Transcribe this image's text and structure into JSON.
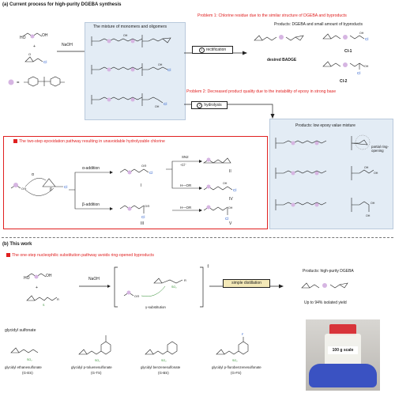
{
  "sections": {
    "a_title": "(a) Current process for high-purity DGEBA synthesis",
    "b_title": "(b) This work"
  },
  "part_a": {
    "mixture_title": "The mixture of monomers and oligomers",
    "reagent_naoh": "NaOH",
    "equals": "=",
    "problem1": "Problem 1: Chlorine residue due to the similar structure of DGEBA and byproducts",
    "rectification": "rectification",
    "step1_num": "1",
    "products1": "Products: DGEBA and small amount of byproducts",
    "desired": "desired BADGE",
    "cl1": "Cl-1",
    "cl2": "Cl-2",
    "problem2": "Problem 2: Decreased product quality due to the instability of epoxy in strong base",
    "hydrolysis": "hydrolysis",
    "step2_num": "2",
    "products2": "Products: low epoxy value mixture",
    "partial_ring": "partial ring-opening",
    "two_step_title": "The two-step epoxidation pathway resulting in unavoidable hydrolyzable chlorine",
    "alpha_add": "α-addition",
    "beta_add": "β-addition",
    "alpha": "α",
    "beta": "β",
    "sn2": "SN2",
    "minus_cl": "-Cl⁻",
    "h_or": "H—OR",
    "h_or2": "H—OR",
    "roman": [
      "I",
      "II",
      "IV",
      "III",
      "V"
    ]
  },
  "part_b": {
    "one_step_title": "The one-step nucleophilic substitution pathway avoids ring-opened byproducts",
    "reagent_naoh": "NaOH",
    "ts_mark": "‡",
    "gamma": "γ-substitution",
    "distillation": "simple distillation",
    "products": "Products: high-purity DGEBA",
    "yield": "Up to 94% isolated yield",
    "sulfonate_label": "glycidyl sulfonate",
    "scale": "100 g scale",
    "reagents": [
      {
        "name": "glycidyl ethanesulfonate",
        "code": "(G-ES)"
      },
      {
        "name": "glycidyl p-toluenesulfonate",
        "code": "(G-TS)"
      },
      {
        "name": "glycidyl benzenesulfonate",
        "code": "(G-BS)"
      },
      {
        "name": "glycidyl p-flurobenzenesulfonate",
        "code": "(G-FS)"
      }
    ],
    "r_group": "R"
  },
  "colors": {
    "accent_red": "#e02020",
    "panel_blue": "#e3ecf5",
    "chlorine_blue": "#1a52c8",
    "bpa_purple": "#d6b5e2"
  }
}
